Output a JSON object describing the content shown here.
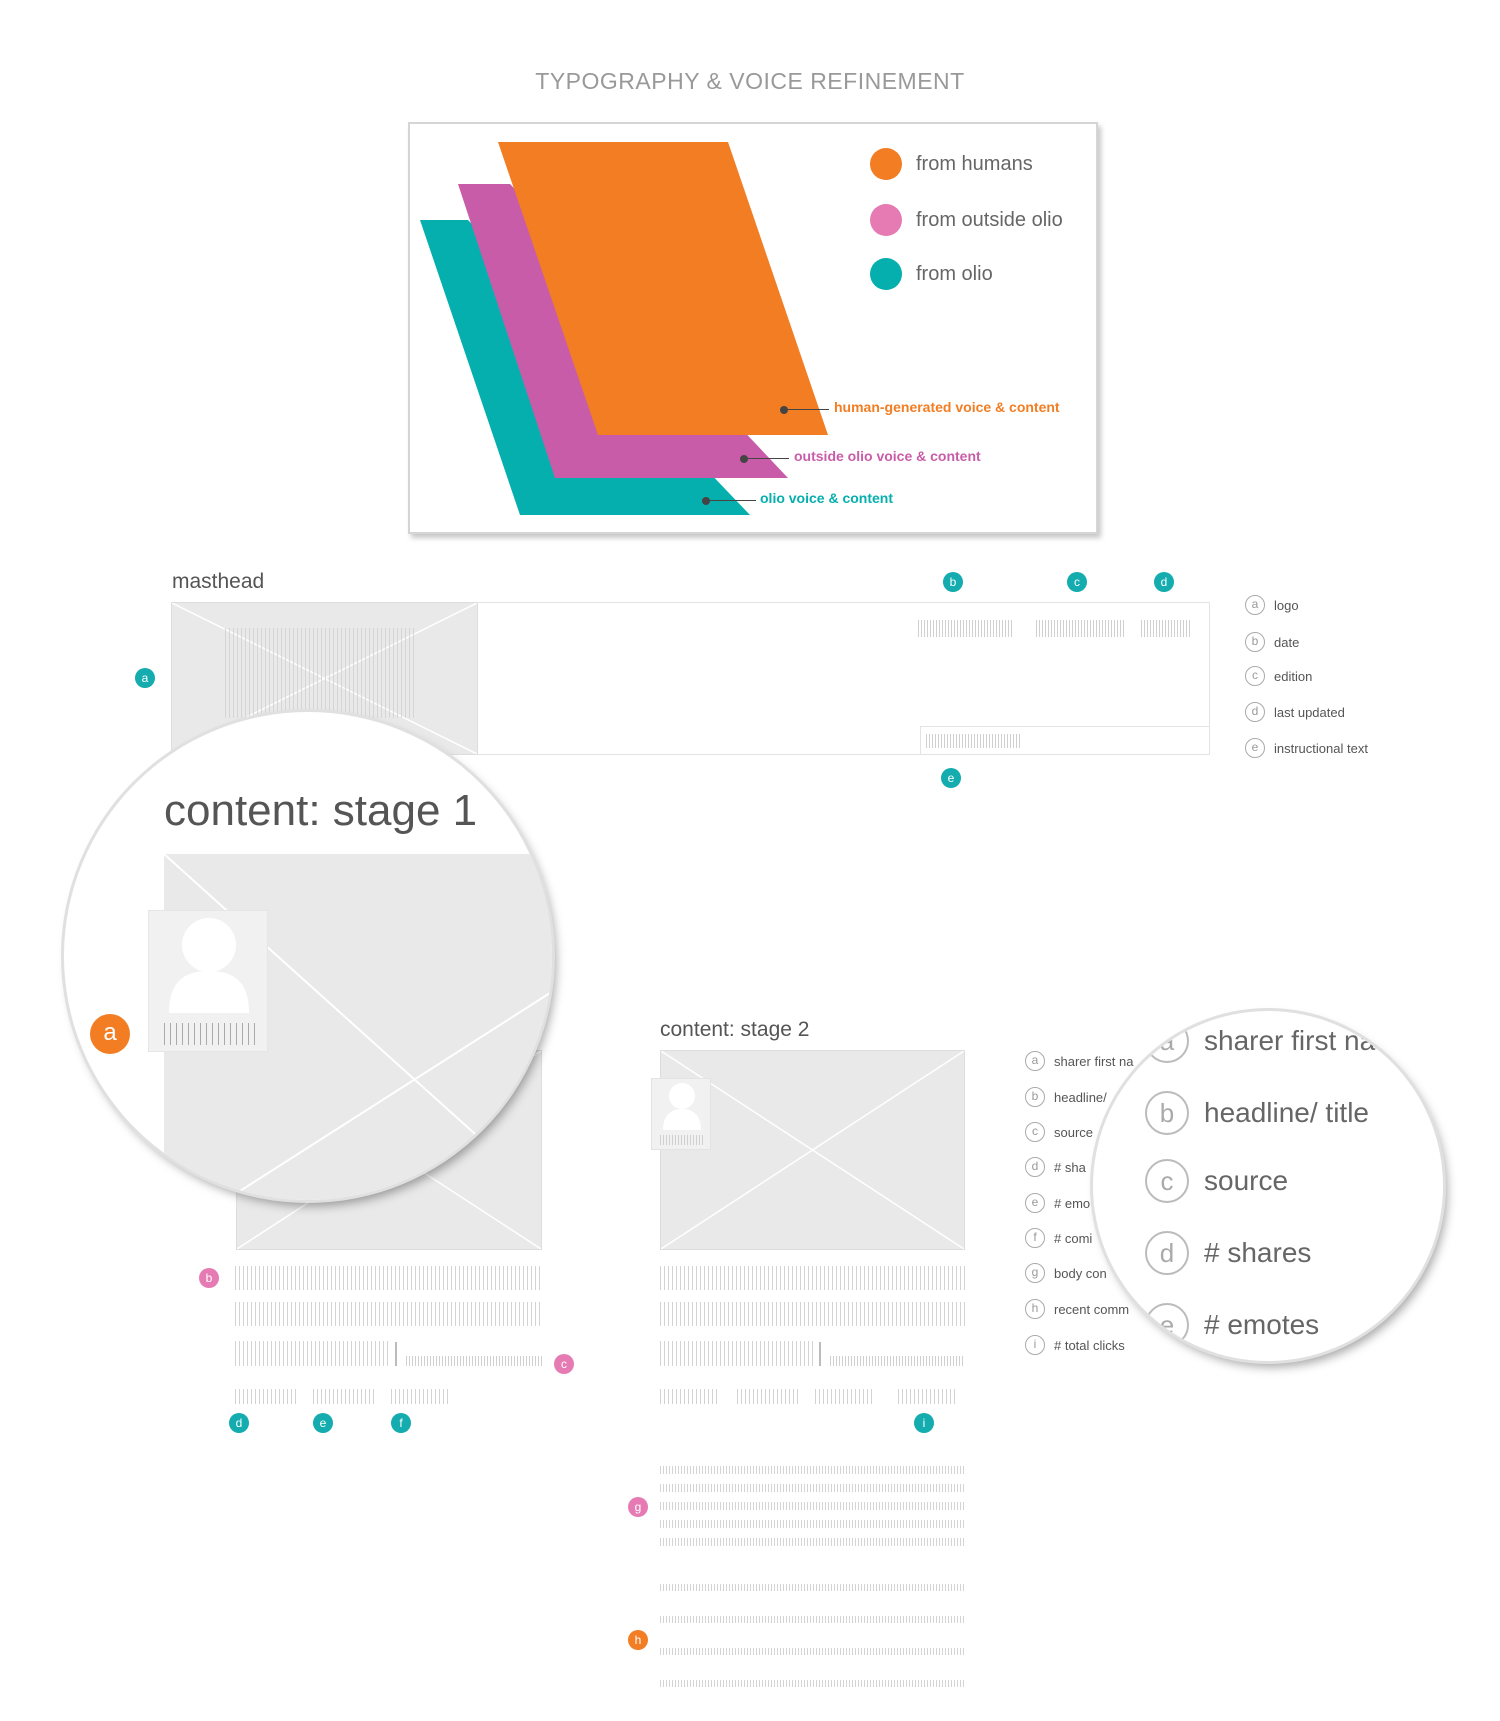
{
  "page": {
    "title": "TYPOGRAPHY & VOICE REFINEMENT"
  },
  "colors": {
    "orange": "#f27d23",
    "pink": "#c95ca8",
    "teal": "#05afae",
    "marker_teal": "#14acae",
    "marker_pink": "#e67bb3"
  },
  "voice_diagram": {
    "legend": [
      {
        "label": "from humans",
        "color": "#f27d23"
      },
      {
        "label": "from outside olio",
        "color": "#e67bb3"
      },
      {
        "label": "from olio",
        "color": "#05afae"
      }
    ],
    "layers": [
      {
        "label": "human-generated voice & content",
        "color": "#f27d23"
      },
      {
        "label": "outside olio voice & content",
        "color": "#c95ca8"
      },
      {
        "label": "olio voice & content",
        "color": "#05afae"
      }
    ]
  },
  "masthead": {
    "title": "masthead",
    "markers": [
      "a",
      "b",
      "c",
      "d",
      "e"
    ],
    "key": [
      {
        "letter": "a",
        "label": "logo"
      },
      {
        "letter": "b",
        "label": "date"
      },
      {
        "letter": "c",
        "label": "edition"
      },
      {
        "letter": "d",
        "label": "last updated"
      },
      {
        "letter": "e",
        "label": "instructional text"
      }
    ]
  },
  "stage1": {
    "title": "content: stage 1",
    "zoom_marker": "a",
    "markers": [
      "b",
      "c",
      "d",
      "e",
      "f"
    ]
  },
  "stage2": {
    "title": "content: stage 2",
    "markers": [
      "i",
      "g",
      "h"
    ],
    "key": [
      {
        "letter": "a",
        "label": "sharer first na"
      },
      {
        "letter": "b",
        "label": "headline/"
      },
      {
        "letter": "c",
        "label": "source"
      },
      {
        "letter": "d",
        "label": "# sha"
      },
      {
        "letter": "e",
        "label": "# emo"
      },
      {
        "letter": "f",
        "label": "# comi"
      },
      {
        "letter": "g",
        "label": "body con"
      },
      {
        "letter": "h",
        "label": "recent comm"
      },
      {
        "letter": "i",
        "label": "# total clicks"
      }
    ],
    "zoom_key": [
      {
        "letter": "a",
        "label": "sharer first na"
      },
      {
        "letter": "b",
        "label": "headline/ title"
      },
      {
        "letter": "c",
        "label": "source"
      },
      {
        "letter": "d",
        "label": "# shares"
      },
      {
        "letter": "e",
        "label": "# emotes"
      }
    ]
  }
}
